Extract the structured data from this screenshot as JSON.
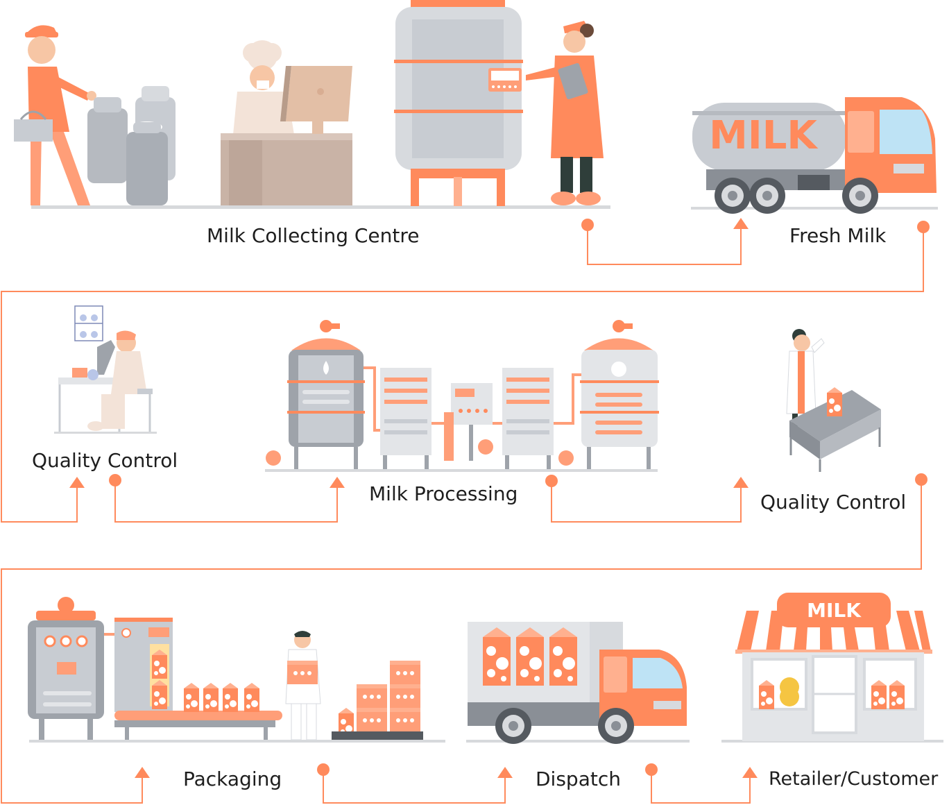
{
  "stages": {
    "milk_collecting_centre": "Milk Collecting Centre",
    "fresh_milk": "Fresh Milk",
    "quality_control_1": "Quality Control",
    "milk_processing": "Milk Processing",
    "quality_control_2": "Quality Control",
    "packaging": "Packaging",
    "dispatch": "Dispatch",
    "retailer_customer": "Retailer/Customer"
  },
  "tanker_text": "MILK",
  "shop_sign_text": "MILK",
  "colors": {
    "accent": "#FF8A5C",
    "accent_light": "#FFB08F",
    "steel": "#C8CCD2",
    "steel_dark": "#9EA3AA",
    "steel_light": "#E3E5E8",
    "skin": "#F7C6A5",
    "ground": "#D7D9DC",
    "text": "#1E1E1E"
  }
}
